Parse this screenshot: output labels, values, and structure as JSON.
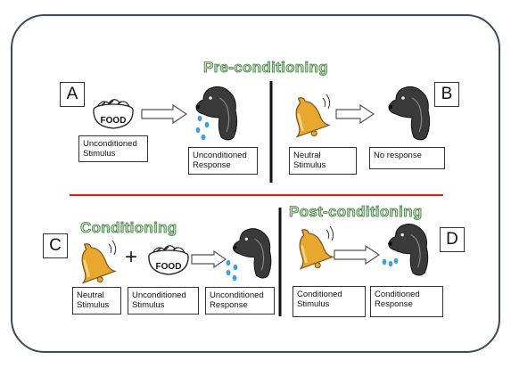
{
  "titles": {
    "pre": "Pre-conditioning",
    "conditioning": "Conditioning",
    "post": "Post-conditioning"
  },
  "panels": {
    "a": "A",
    "b": "B",
    "c": "C",
    "d": "D"
  },
  "food_label": "FOOD",
  "labels": {
    "a_stimulus": "Unconditioned\nStimulus",
    "a_response": "Unconditioned\nResponse",
    "b_stimulus": "Neutral\nStimulus",
    "b_response": "No response",
    "c_neutral": "Neutral\nStimulus",
    "c_unconditioned": "Unconditioned\nStimulus",
    "c_response": "Unconditioned\nResponse",
    "d_stimulus": "Conditioned\nStimulus",
    "d_response": "Conditioned\nResponse"
  },
  "plus": "+",
  "colors": {
    "frame": "#3b4a5a",
    "divider_h": "#c0302a",
    "divider_v": "#111111",
    "title_fill": "#b8e2b0",
    "saliva": "#3fa0e0",
    "bell": "#e8a830"
  }
}
